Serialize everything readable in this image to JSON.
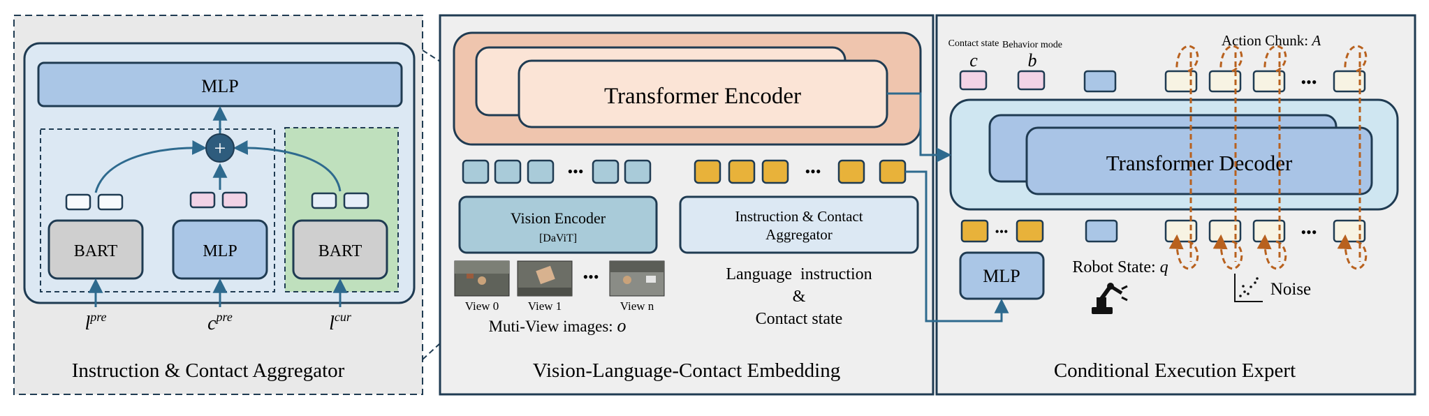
{
  "left_panel": {
    "title": "Instruction & Contact Aggregator",
    "mlp_top": "MLP",
    "plus": "+",
    "bart_left": "BART",
    "mlp_mid": "MLP",
    "bart_right": "BART",
    "inputs": {
      "l_pre_base": "l",
      "l_pre_sup": "pre",
      "c_pre_base": "c",
      "c_pre_sup": "pre",
      "l_cur_base": "l",
      "l_cur_sup": "cur"
    }
  },
  "middle_panel": {
    "title": "Vision-Language-Contact Embedding",
    "transformer_encoder": "Transformer Encoder",
    "dots": "•••",
    "vision_encoder": "Vision Encoder",
    "vision_encoder_sub": "[DaViT]",
    "aggregator_line1": "Instruction & Contact",
    "aggregator_line2": "Aggregator",
    "view_labels": [
      "View 0",
      "View 1",
      "View n"
    ],
    "multiview_prefix": "Muti-View images:",
    "multiview_symbol": "o",
    "language_line1": "Language  instruction",
    "language_line2": "&",
    "language_line3": "Contact state"
  },
  "right_panel": {
    "title": "Conditional Execution Expert",
    "contact_state_label": "Contact state",
    "contact_state_symbol": "c",
    "behavior_mode_label": "Behavior mode",
    "behavior_mode_symbol": "b",
    "action_chunk_prefix": "Action Chunk:",
    "action_chunk_symbol": "A",
    "transformer_decoder": "Transformer Decoder",
    "dots": "•••",
    "mlp": "MLP",
    "robot_state_prefix": "Robot State:",
    "robot_state_symbol": "q",
    "noise": "Noise",
    "robot_arm_icon": "robot-arm-icon",
    "noise_plot_icon": "scatter-plot-icon"
  },
  "colors": {
    "panel_bg": "#efefef",
    "left_panel_bg": "#e9e9e9",
    "dark_blue": "#1f3b52",
    "light_blue_bg": "#dce8f3",
    "mlp_blue": "#aac6e6",
    "bart_gray": "#cfcfcf",
    "green": "#bfe0bd",
    "encoder_salmon": "#efc5ae",
    "encoder_light": "#fbe4d6",
    "vision_token": "#a9cbd9",
    "lang_token": "#e8b23a",
    "decoder_outer": "#cfe6f1",
    "decoder_inner": "#a9c4e6",
    "pink": "#f2d3e6",
    "cream": "#f7f3e3",
    "arrow_blue": "#2e6a8e",
    "orange": "#b8611e"
  }
}
